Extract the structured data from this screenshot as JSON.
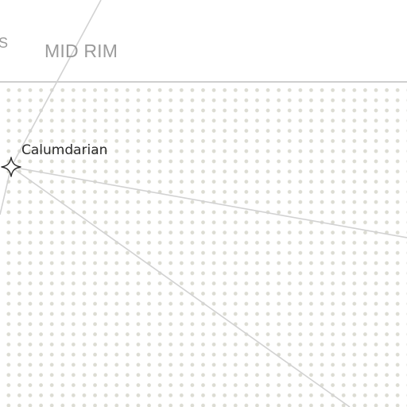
{
  "map": {
    "region_label": "MID RIM",
    "partial_region_label": "S",
    "systems": [
      {
        "name": "Calumdarian",
        "icon": "four-point-star-icon"
      }
    ],
    "colors": {
      "background": "#ffffff",
      "dot_grid": "#dcdcd3",
      "region_boundary": "#cfcfcf",
      "route_lines": "#d2d2d2",
      "region_label": "#9b9b9b",
      "system_label": "#2b2b2b"
    }
  }
}
